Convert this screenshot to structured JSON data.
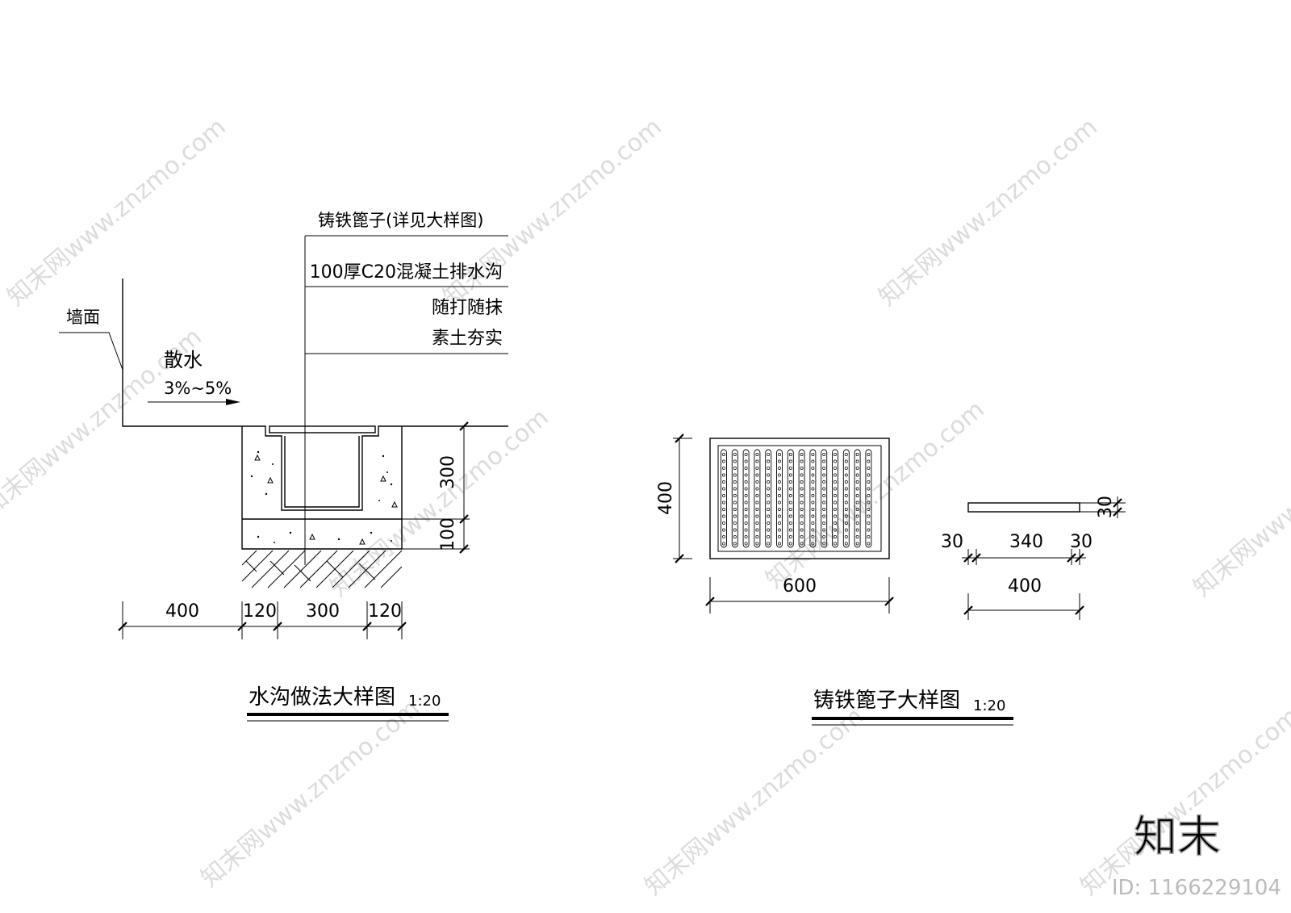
{
  "watermark": {
    "text": "知末网www.znzmo.com",
    "logo": "知末",
    "id": "ID: 1166229104"
  },
  "drawing_left": {
    "title": "水沟做法大样图",
    "scale": "1:20",
    "labels": {
      "grate": "铸铁篦子(详见大样图)",
      "concrete": "100厚C20混凝土排水沟",
      "finish": "随打随抹",
      "soil": "素土夯实",
      "wall": "墙面",
      "apron": "散水",
      "slope": "3%~5%"
    },
    "dims_bottom": [
      "400",
      "120",
      "300",
      "120"
    ],
    "dims_right": [
      "300",
      "100"
    ]
  },
  "drawing_right": {
    "title": "铸铁篦子大样图",
    "scale": "1:20",
    "plan_width": "600",
    "plan_height": "400",
    "section_dims": [
      "30",
      "340",
      "30"
    ],
    "section_total": "400",
    "section_thickness": "30"
  },
  "colors": {
    "line": "#000000",
    "watermark": "#dcdcdc"
  }
}
